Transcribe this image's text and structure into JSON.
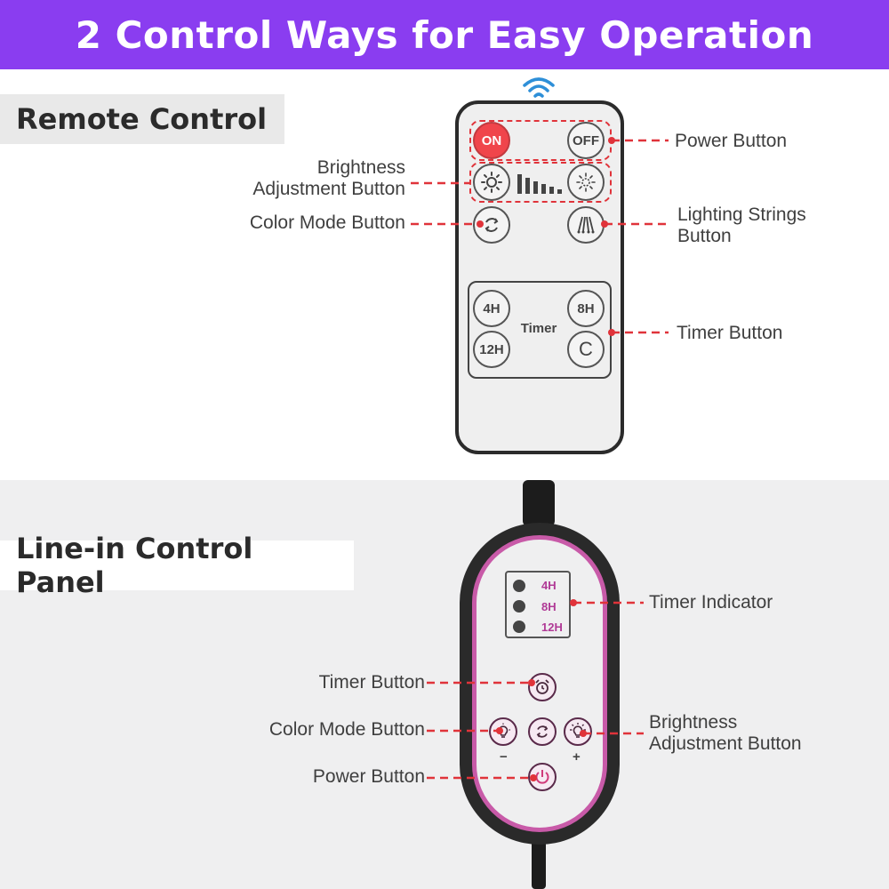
{
  "banner": {
    "title": "2 Control Ways for Easy Operation"
  },
  "remote_section": {
    "title": "Remote Control",
    "buttons": {
      "on": "ON",
      "off": "OFF",
      "t4": "4H",
      "t8": "8H",
      "t12": "12H",
      "c": "C",
      "timer": "Timer"
    },
    "labels": {
      "power": "Power Button",
      "brightness_1": "Brightness",
      "brightness_2": "Adjustment Button",
      "color_mode": "Color Mode Button",
      "strings_1": "Lighting Strings",
      "strings_2": "Button",
      "timer": "Timer Button"
    }
  },
  "panel_section": {
    "title": "Line-in Control Panel",
    "indicators": [
      "4H",
      "8H",
      "12H"
    ],
    "signs": {
      "minus": "−",
      "plus": "+"
    },
    "labels": {
      "timer_indicator": "Timer Indicator",
      "timer": "Timer Button",
      "color_mode": "Color Mode Button",
      "power": "Power Button",
      "brightness_1": "Brightness",
      "brightness_2": "Adjustment Button"
    }
  },
  "colors": {
    "banner": "#8a3df0",
    "accent_red": "#e0333a",
    "panel_rim": "#c85aa8"
  }
}
